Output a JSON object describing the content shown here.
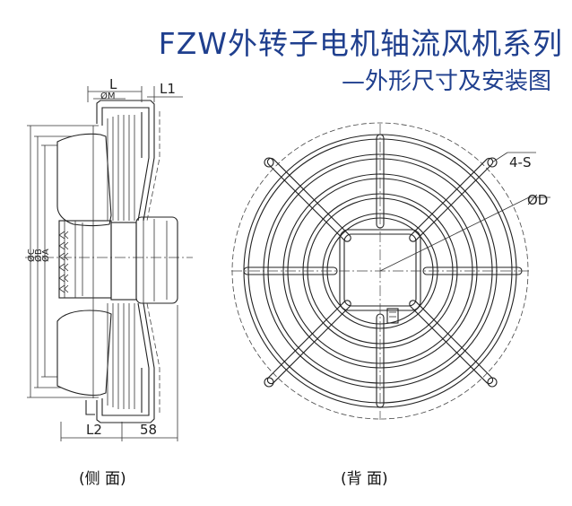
{
  "header": {
    "title": "FZW外转子电机轴流风机系列",
    "subtitle": "—外形尺寸及安装图"
  },
  "captions": {
    "side": "(侧  面)",
    "back": "(背  面)"
  },
  "side_view": {
    "dim_L": "L",
    "dim_L1": "L1",
    "dim_M": "ØM",
    "dim_C": "ØC",
    "dim_B": "ØB",
    "dim_A": "ØA",
    "dim_L2": "L2",
    "dim_58": "58"
  },
  "back_view": {
    "dim_S": "4-S",
    "dim_D": "ØD"
  }
}
